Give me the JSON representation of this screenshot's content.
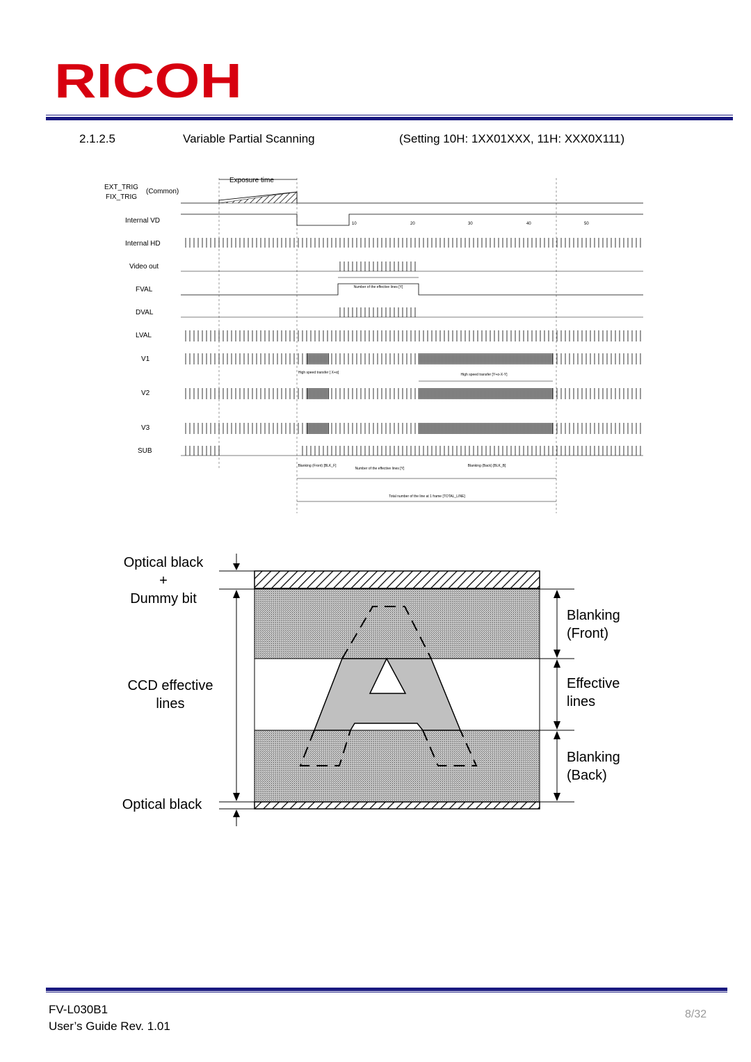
{
  "header": {
    "logo_text": "RICOH",
    "brand_color": "#d7000f",
    "rule_color": "#1a1a80"
  },
  "section": {
    "number": "2.1.2.5",
    "title": "Variable Partial Scanning",
    "setting": "(Setting   10H: 1XX01XXX, 11H: XXX0X111)"
  },
  "timing": {
    "exposure_label": "Exposure time",
    "trig_labels": [
      "EXT_TRIG",
      "FIX_TRIG"
    ],
    "common_label": "(Common)",
    "signals": [
      "Internal VD",
      "Internal HD",
      "Video out",
      "FVAL",
      "DVAL",
      "LVAL",
      "V1",
      "V2",
      "V3",
      "SUB"
    ],
    "ticks": [
      "10",
      "20",
      "30",
      "40",
      "50"
    ],
    "annotations": {
      "effective_lines": "Number of the effective lines [Y]",
      "high_speed_a": "High speed transfer [ X+α]",
      "high_speed_b": "High speed transfer [Y+α-X-Y]",
      "blanking_front": "Blanking (Front) [BLK_F]",
      "number_effective": "Number of the effective lines [Y]",
      "blanking_back": "Blanking (Back) [BLK_B]",
      "total_lines": "Total number of the line at 1 frame [TOTAL_LINE]"
    }
  },
  "diagram": {
    "left_labels": {
      "optical_black_top": "Optical black",
      "plus": "+",
      "dummy_bit": "Dummy bit",
      "ccd_effective_1": "CCD effective",
      "ccd_effective_2": "lines",
      "optical_black_bottom": "Optical black"
    },
    "right_labels": {
      "blanking_front_1": "Blanking",
      "blanking_front_2": "(Front)",
      "effective_1": "Effective",
      "effective_2": "lines",
      "blanking_back_1": "Blanking",
      "blanking_back_2": "(Back)"
    }
  },
  "footer": {
    "model": "FV-L030B1",
    "guide": "User’s Guide Rev. 1.01",
    "page": "8/32"
  }
}
